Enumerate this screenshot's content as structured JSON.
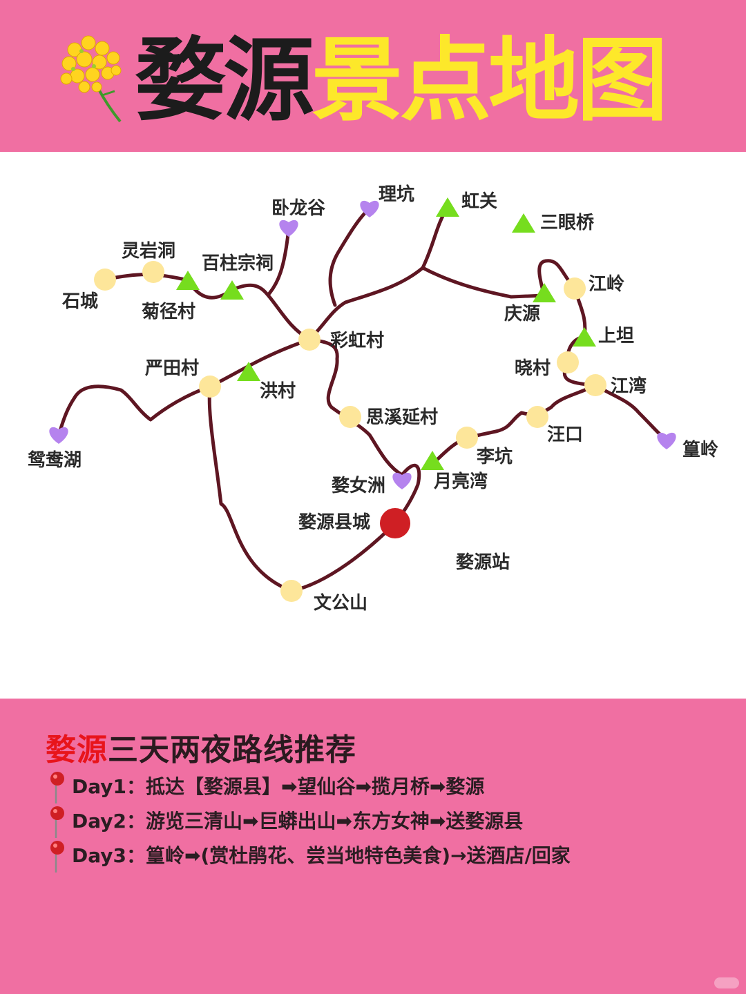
{
  "header": {
    "title_black": "婺源",
    "title_yellow": "景点地图",
    "flower_icon": "rapeseed-flower-icon"
  },
  "colors": {
    "background_pink": "#f06fa2",
    "title_yellow": "#fde82a",
    "route_line": "#5e1622",
    "village_marker": "#fde69a",
    "scenic_marker": "#76dd1e",
    "heart_marker": "#b583ee",
    "county_marker": "#cf1f24"
  },
  "map": {
    "places": [
      {
        "name": "石城",
        "type": "village"
      },
      {
        "name": "灵岩洞",
        "type": "village"
      },
      {
        "name": "菊径村",
        "type": "scenic"
      },
      {
        "name": "百柱宗祠",
        "type": "scenic"
      },
      {
        "name": "卧龙谷",
        "type": "heart"
      },
      {
        "name": "理坑",
        "type": "heart"
      },
      {
        "name": "虹关",
        "type": "scenic"
      },
      {
        "name": "三眼桥",
        "type": "scenic"
      },
      {
        "name": "庆源",
        "type": "scenic"
      },
      {
        "name": "江岭",
        "type": "village"
      },
      {
        "name": "上坦",
        "type": "scenic"
      },
      {
        "name": "晓村",
        "type": "village"
      },
      {
        "name": "江湾",
        "type": "village"
      },
      {
        "name": "篁岭",
        "type": "heart"
      },
      {
        "name": "汪口",
        "type": "village"
      },
      {
        "name": "李坑",
        "type": "village"
      },
      {
        "name": "月亮湾",
        "type": "scenic"
      },
      {
        "name": "婺女洲",
        "type": "heart"
      },
      {
        "name": "婺源县城",
        "type": "county"
      },
      {
        "name": "婺源站",
        "type": "label"
      },
      {
        "name": "文公山",
        "type": "village"
      },
      {
        "name": "思溪延村",
        "type": "village"
      },
      {
        "name": "彩虹村",
        "type": "village"
      },
      {
        "name": "洪村",
        "type": "scenic"
      },
      {
        "name": "严田村",
        "type": "village"
      },
      {
        "name": "鸳鸯湖",
        "type": "heart"
      }
    ]
  },
  "routes": {
    "heading_red": "婺源",
    "heading_rest": "三天两夜路线推荐",
    "pin_icon": "map-pin-icon",
    "days": [
      "Day1：抵达【婺源县】➡望仙谷➡揽月桥➡婺源",
      "Day2：游览三清山➡巨蟒出山➡东方女神➡送婺源县",
      "Day3：篁岭➡(赏杜鹃花、尝当地特色美食)→送酒店/回家"
    ]
  }
}
